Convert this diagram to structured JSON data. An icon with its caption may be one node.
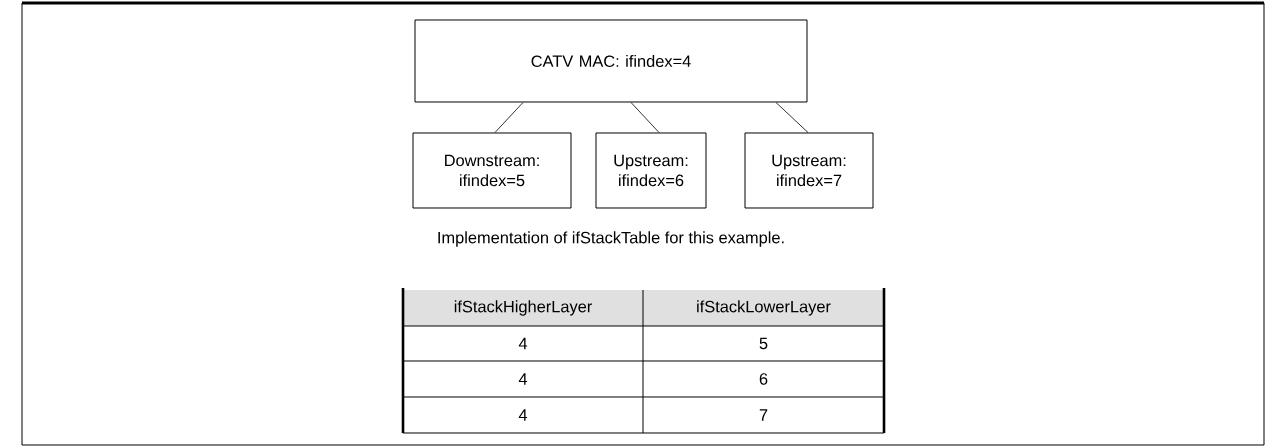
{
  "diagram": {
    "nodes": [
      {
        "text": [
          "CATV MAC: ifindex=4"
        ]
      },
      {
        "text": [
          "Downstream: ifindex=5"
        ]
      },
      {
        "text": [
          "Upstream: ifindex=6"
        ]
      },
      {
        "text": [
          "Upstream: ifindex=7"
        ]
      }
    ],
    "edges": [
      {
        "from": 0,
        "to": 1,
        "arrow": "none"
      },
      {
        "from": 0,
        "to": 2,
        "arrow": "none"
      },
      {
        "from": 0,
        "to": 3,
        "arrow": "none"
      }
    ],
    "labels": [
      "Implementation of ifStackTable for this example.",
      "ifStackHigherLayer",
      "ifStackLowerLayer",
      "4",
      "5",
      "4",
      "6",
      "4",
      "7"
    ]
  }
}
